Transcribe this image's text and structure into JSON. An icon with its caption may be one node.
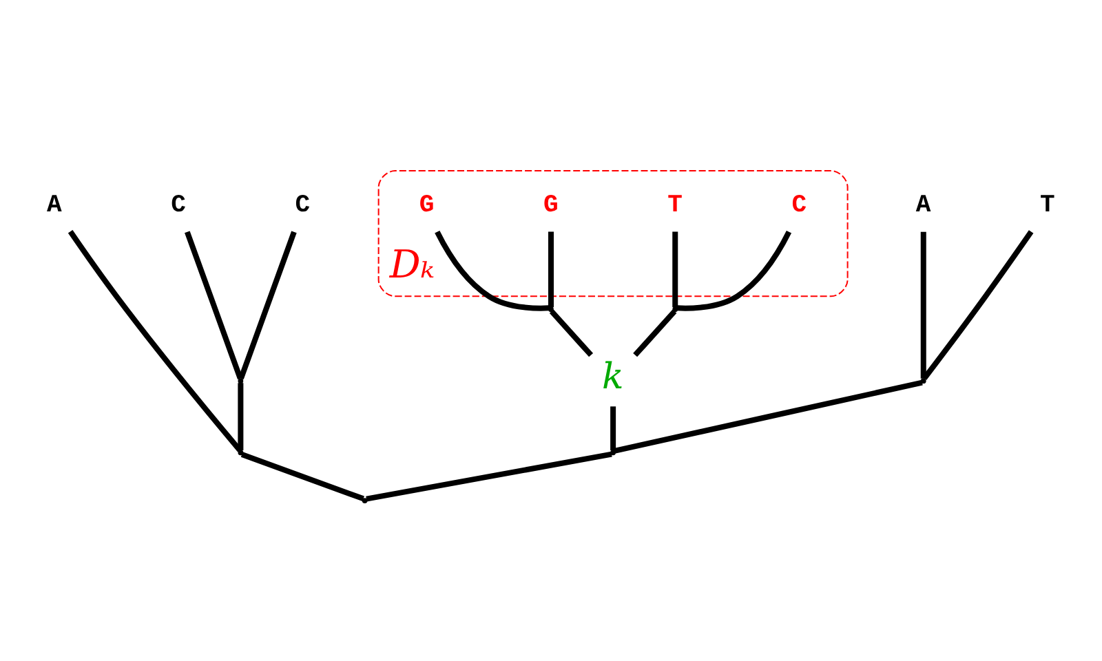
{
  "diagram": {
    "nodes": [
      {
        "text": [
          "A"
        ]
      },
      {
        "text": [
          "C"
        ]
      },
      {
        "text": [
          "C"
        ]
      },
      {
        "text": [
          "Dₖ"
        ]
      },
      {
        "text": [
          "G"
        ],
        "in": 3
      },
      {
        "text": [
          "G"
        ],
        "in": 3
      },
      {
        "text": [
          "C"
        ],
        "in": 3
      },
      {
        "text": [
          "T"
        ],
        "in": 3
      },
      {
        "text": [
          "A"
        ]
      },
      {
        "text": [
          "T"
        ]
      },
      {
        "text": [],
        "shape": "point"
      },
      {
        "text": [],
        "shape": "point"
      },
      {
        "text": [],
        "shape": "point"
      },
      {
        "text": [],
        "shape": "point"
      },
      {
        "text": [
          "k"
        ]
      },
      {
        "text": [],
        "shape": "point"
      },
      {
        "text": [],
        "shape": "point"
      },
      {
        "text": [],
        "shape": "point"
      }
    ],
    "edges": [
      {
        "from": 17,
        "to": 11,
        "arrow": "none"
      },
      {
        "from": 17,
        "to": 16,
        "arrow": "none"
      },
      {
        "from": 11,
        "to": 0,
        "arrow": "none"
      },
      {
        "from": 11,
        "to": 10,
        "arrow": "none"
      },
      {
        "from": 10,
        "to": 1,
        "arrow": "none"
      },
      {
        "from": 10,
        "to": 2,
        "arrow": "none"
      },
      {
        "from": 16,
        "to": 14,
        "arrow": "none"
      },
      {
        "from": 16,
        "to": 15,
        "arrow": "none"
      },
      {
        "from": 14,
        "to": 12,
        "arrow": "none"
      },
      {
        "from": 14,
        "to": 13,
        "arrow": "none"
      },
      {
        "from": 12,
        "to": 4,
        "arrow": "none"
      },
      {
        "from": 12,
        "to": 5,
        "arrow": "none"
      },
      {
        "from": 13,
        "to": 6,
        "arrow": "none"
      },
      {
        "from": 13,
        "to": 7,
        "arrow": "none"
      },
      {
        "from": 15,
        "to": 8,
        "arrow": "none"
      },
      {
        "from": 15,
        "to": 9,
        "arrow": "none"
      }
    ]
  }
}
